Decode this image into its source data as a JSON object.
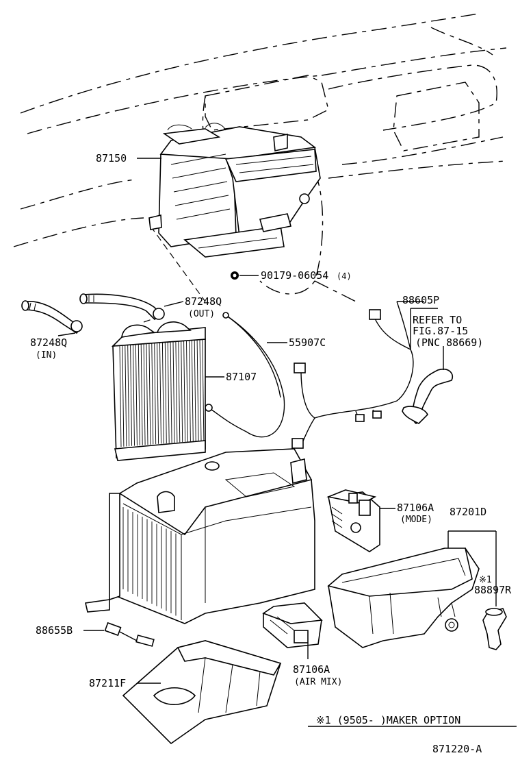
{
  "parts": {
    "p87150": "87150",
    "p90179": "90179-06054",
    "p90179_qty": "(4)",
    "p87248q_out": "87248Q",
    "p87248q_out_note": "(OUT)",
    "p87248q_in": "87248Q",
    "p87248q_in_note": "(IN)",
    "p55907c": "55907C",
    "p87107": "87107",
    "p88605p": "88605P",
    "p87106a_mode": "87106A",
    "p87106a_mode_note": "(MODE)",
    "p87201d": "87201D",
    "p88897r_mark": "※1",
    "p88897r": "88897R",
    "p88655b": "88655B",
    "p87106a_air": "87106A",
    "p87106a_air_note": "(AIR MIX)",
    "p87211f": "87211F"
  },
  "refer": {
    "line1": "REFER TO",
    "line2": "FIG.87-15",
    "line3": "(PNC 88669)"
  },
  "footnote": "※1 (9505-     )MAKER OPTION",
  "figure_number": "871220-A"
}
